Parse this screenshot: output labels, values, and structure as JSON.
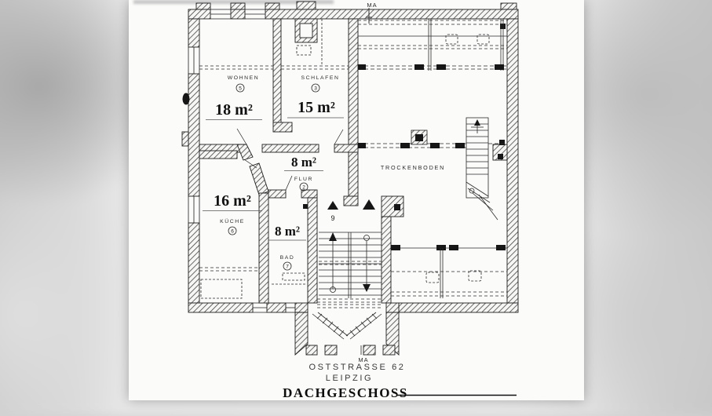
{
  "document": {
    "type": "floor_plan",
    "title": "DACHGESCHOSS",
    "address_line1": "OSTSTRASSE 62",
    "address_line2": "LEIPZIG",
    "marker_top": "MA",
    "marker_bottom": "MA"
  },
  "rooms": [
    {
      "name": "WOHNEN",
      "number": "5",
      "area": "18 m²"
    },
    {
      "name": "SCHLAFEN",
      "number": "3",
      "area": "15 m²"
    },
    {
      "name": "FLUR",
      "number": "2",
      "area": "8 m²"
    },
    {
      "name": "KÜCHE",
      "number": "6",
      "area": "16 m²"
    },
    {
      "name": "BAD",
      "number": "7",
      "area": "8 m²"
    },
    {
      "name": "TROCKENBODEN"
    }
  ],
  "stairwell": {
    "apartment_marker": "9"
  },
  "colors": {
    "ink": "#1e1e1e",
    "paper": "#fbfbfa",
    "backdrop": "#cfcfcf"
  }
}
